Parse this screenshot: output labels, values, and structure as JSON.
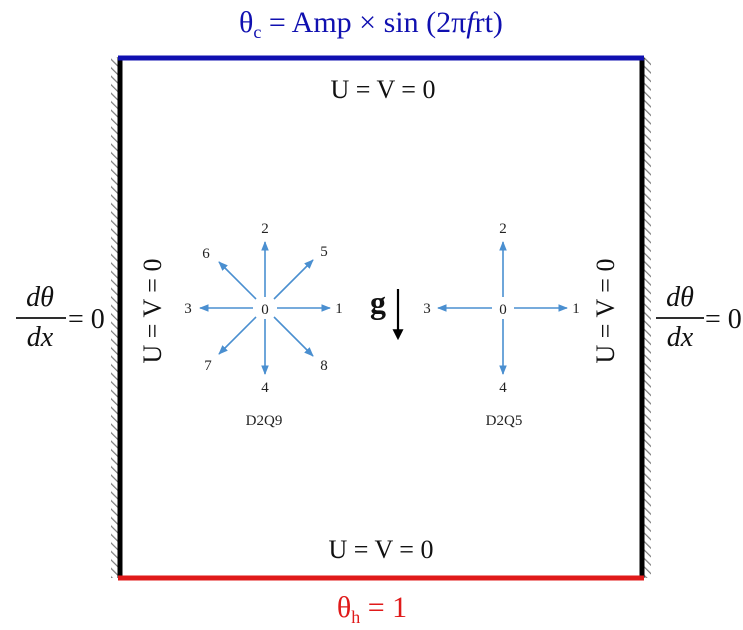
{
  "colors": {
    "top_wall": "#1010b0",
    "bottom_wall": "#e01a1a",
    "side_wall": "#000000",
    "hatch": "#7a7a7a",
    "lattice_arrow": "#4a8fd0",
    "text": "#111111"
  },
  "top_label": {
    "theta": "θ",
    "sub": "c",
    "rest": " = Amp × sin (2π",
    "f": "f",
    "tail": "rt)"
  },
  "bottom_label": {
    "theta": "θ",
    "sub": "h",
    "rest": " = 1"
  },
  "boundary_velocity": {
    "top": "U = V = 0",
    "bottom": "U = V = 0",
    "left": "U = V = 0",
    "right": "U = V = 0"
  },
  "side_bc": {
    "numerator": "dθ",
    "denominator": "dx",
    "rhs": "= 0"
  },
  "gravity": {
    "symbol": "g",
    "icon": "down-arrow-icon"
  },
  "d2q9": {
    "name": "D2Q9",
    "center": "0",
    "directions": [
      "1",
      "2",
      "3",
      "4",
      "5",
      "6",
      "7",
      "8"
    ]
  },
  "d2q5": {
    "name": "D2Q5",
    "center": "0",
    "directions": [
      "1",
      "2",
      "3",
      "4"
    ]
  }
}
